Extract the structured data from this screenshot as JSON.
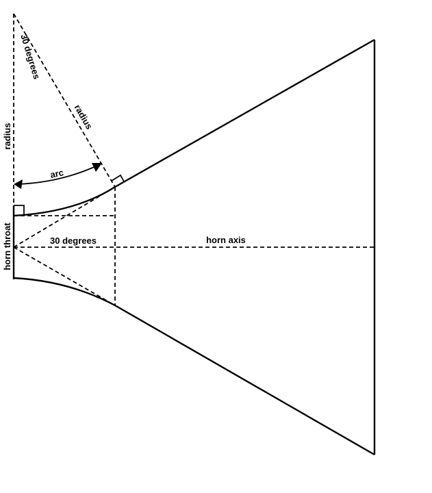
{
  "labels": {
    "radius_vertical": "radius",
    "radius_slanted": "radius",
    "angle_top": "30 degrees",
    "arc": "arc",
    "angle_center": "30 degrees",
    "horn_axis": "horn axis",
    "horn_throat": "horn throat"
  }
}
